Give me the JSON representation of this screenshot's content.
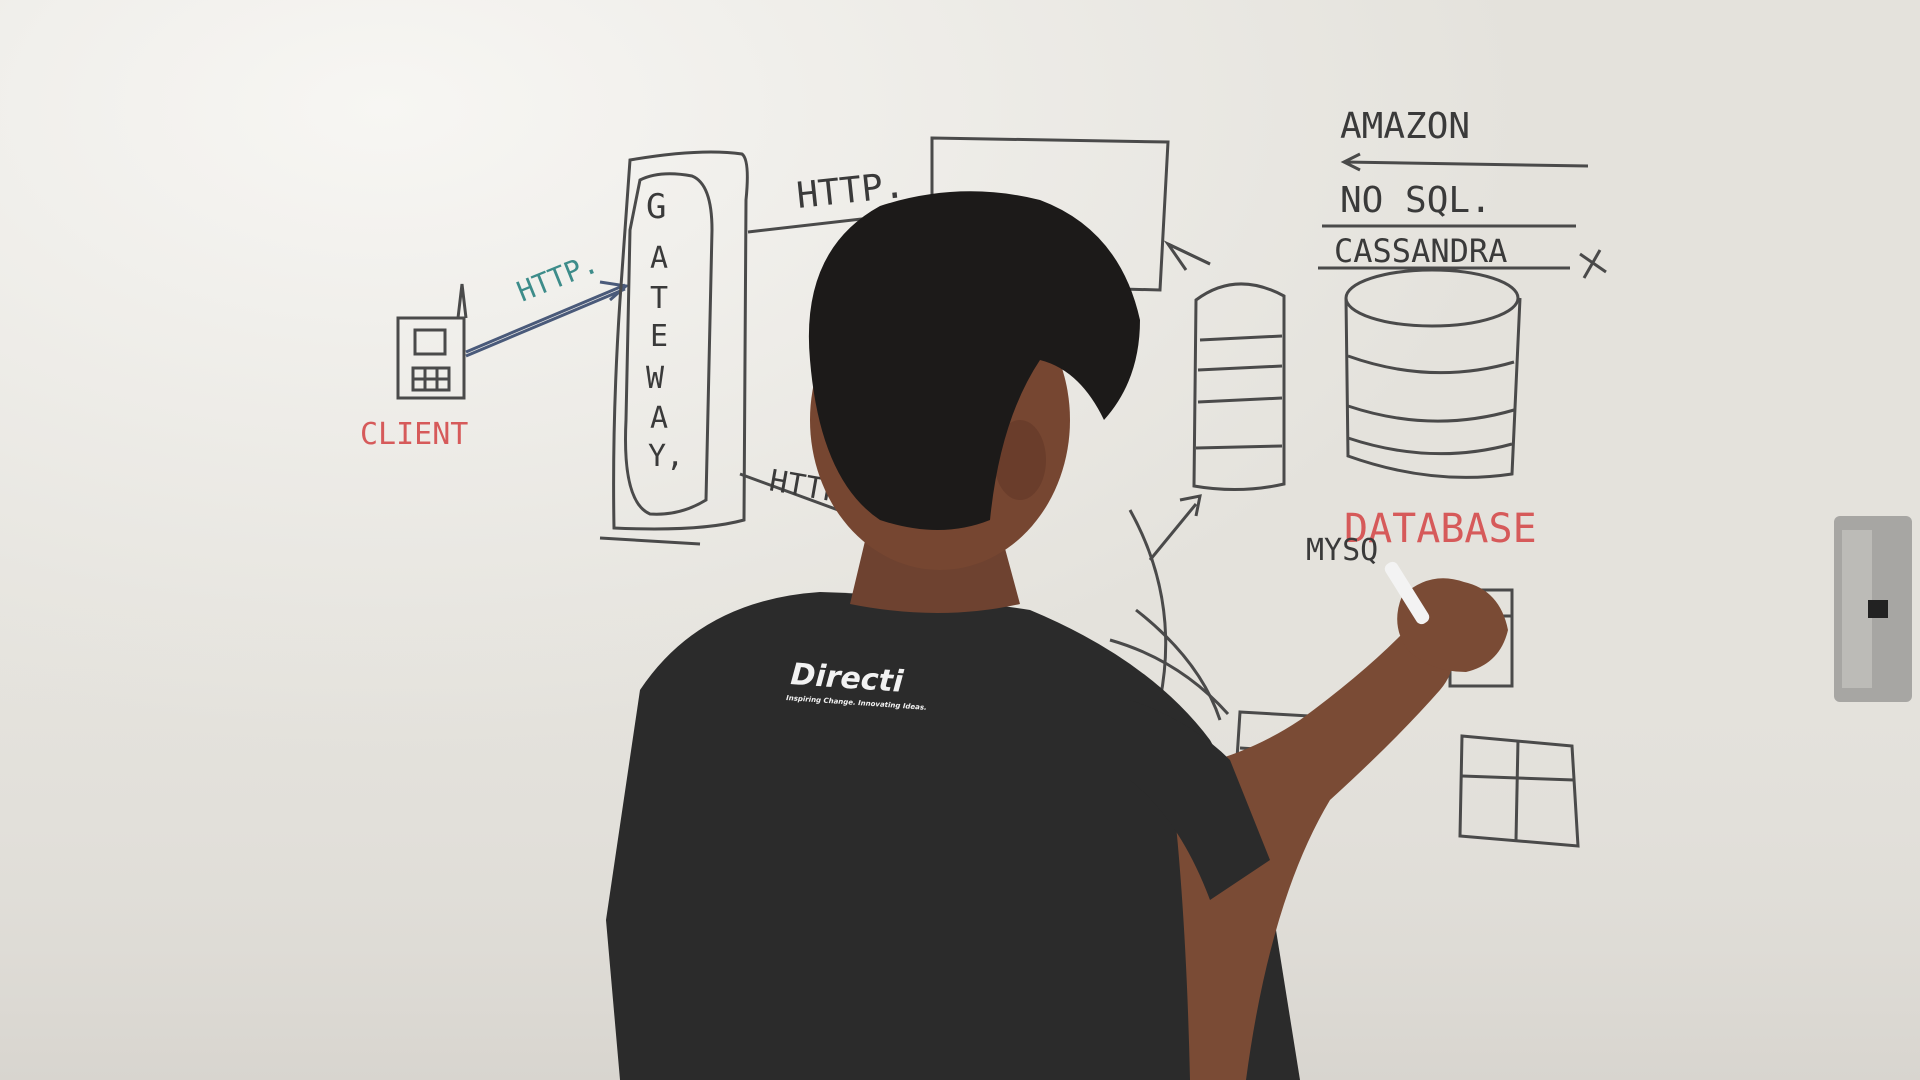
{
  "whiteboard": {
    "client_label": "CLIENT",
    "gateway_label": [
      "G",
      "A",
      "T",
      "E",
      "W",
      "A",
      "Y,"
    ],
    "http_client_label": "HTTP.",
    "http_top_label": "HTTP.",
    "http_bottom_label": "HTTP",
    "amazon_label": "AMAZON",
    "nosql_label": "NO SQL.",
    "cassandra_label": "CASSANDRA",
    "database_label": "DATABASE",
    "mysql_label": "MYSQ"
  },
  "presenter": {
    "shirt_logo": "Directi",
    "shirt_tagline": "Inspiring Change. Innovating Ideas."
  },
  "colors": {
    "board": "#e9e7e2",
    "marker_black": "#3a3a3a",
    "marker_red": "#d65a5a",
    "marker_teal": "#3d8c8a",
    "shirt": "#2b2b2b",
    "hair": "#1c1a19",
    "skin": "#7a4b35"
  }
}
